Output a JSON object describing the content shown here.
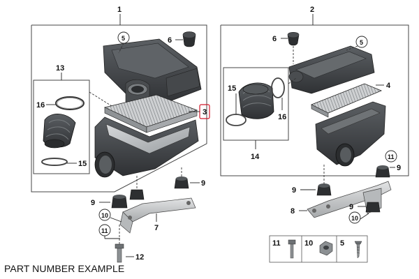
{
  "caption": "PART NUMBER EXAMPLE",
  "colors": {
    "part_dark": "#3a3d40",
    "part_mid": "#6e7275",
    "part_light": "#b9bcbe",
    "bracket": "#c8cacc",
    "highlight_box": "#d0182a",
    "lines": "#222222"
  },
  "assembly_left": {
    "number": "1",
    "subassembly": {
      "number": "13",
      "parts": [
        "16",
        "15"
      ]
    },
    "parts": [
      "5",
      "6",
      "3",
      "9",
      "9",
      "7",
      "10",
      "11",
      "12"
    ]
  },
  "assembly_right": {
    "number": "2",
    "subassembly": {
      "number": "14",
      "parts": [
        "15",
        "16"
      ]
    },
    "parts": [
      "6",
      "5",
      "4",
      "11",
      "9",
      "9",
      "8",
      "9",
      "10"
    ]
  },
  "highlighted_part": "3",
  "legend": [
    {
      "number": "11",
      "icon": "bolt-icon"
    },
    {
      "number": "10",
      "icon": "nut-icon"
    },
    {
      "number": "5",
      "icon": "screw-icon"
    }
  ]
}
